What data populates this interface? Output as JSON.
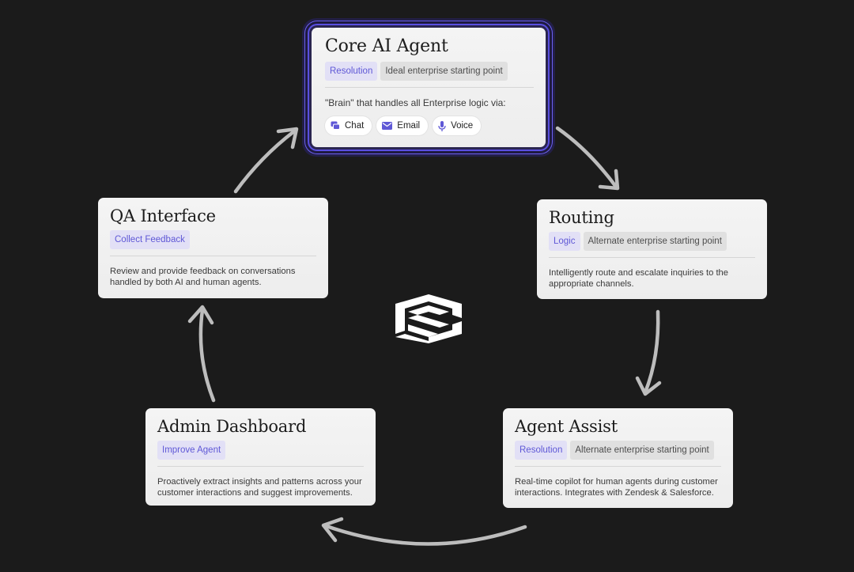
{
  "core": {
    "title": "Core AI Agent",
    "tags": [
      "Resolution",
      "Ideal enterprise starting point"
    ],
    "description": "\"Brain\" that handles all Enterprise logic via:",
    "channels": [
      {
        "label": "Chat",
        "icon": "chat-icon"
      },
      {
        "label": "Email",
        "icon": "email-icon"
      },
      {
        "label": "Voice",
        "icon": "microphone-icon"
      }
    ]
  },
  "routing": {
    "title": "Routing",
    "tags": [
      "Logic",
      "Alternate enterprise starting point"
    ],
    "description": "Intelligently route and escalate inquiries to the appropriate channels."
  },
  "agent_assist": {
    "title": "Agent Assist",
    "tags": [
      "Resolution",
      "Alternate enterprise starting point"
    ],
    "description": "Real-time copilot for human agents during customer interactions. Integrates with Zendesk & Salesforce."
  },
  "admin_dashboard": {
    "title": "Admin Dashboard",
    "tags": [
      "Improve Agent"
    ],
    "description": "Proactively extract insights and patterns across your customer interactions and suggest improvements."
  },
  "qa_interface": {
    "title": "QA Interface",
    "tags": [
      "Collect Feedback"
    ],
    "description": "Review and provide feedback on conversations handled by both AI and human agents."
  },
  "colors": {
    "background": "#1b1b1b",
    "accent": "#5f58d6",
    "card": "#f1f1f1",
    "arrow": "#bdbdbd"
  }
}
